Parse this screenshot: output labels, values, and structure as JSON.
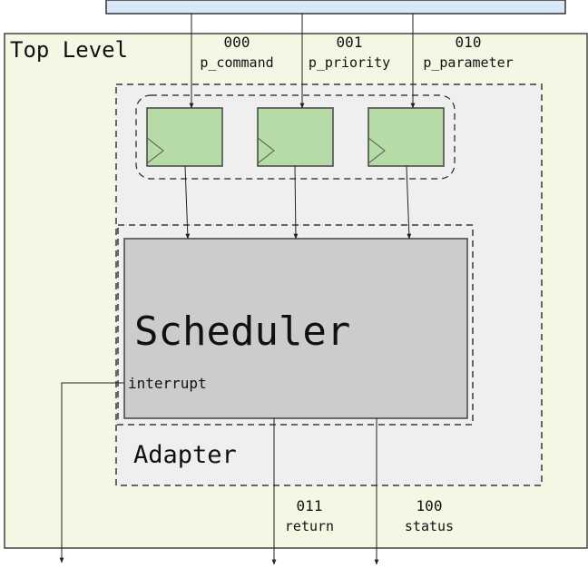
{
  "top_level": {
    "label": "Top Level"
  },
  "adapter": {
    "label": "Adapter"
  },
  "scheduler": {
    "label": "Scheduler",
    "interrupt_label": "interrupt"
  },
  "registers": [
    {
      "address": "000",
      "name": "p_command"
    },
    {
      "address": "001",
      "name": "p_priority"
    },
    {
      "address": "010",
      "name": "p_parameter"
    }
  ],
  "outputs": [
    {
      "address": "011",
      "name": "return"
    },
    {
      "address": "100",
      "name": "status"
    }
  ],
  "colors": {
    "top_level_fill": "#f5f7e4",
    "adapter_fill": "#efefef",
    "scheduler_fill": "#cccccc",
    "register_fill": "#b7dba6",
    "bus_fill": "#d9e8f7",
    "line": "#333333"
  }
}
